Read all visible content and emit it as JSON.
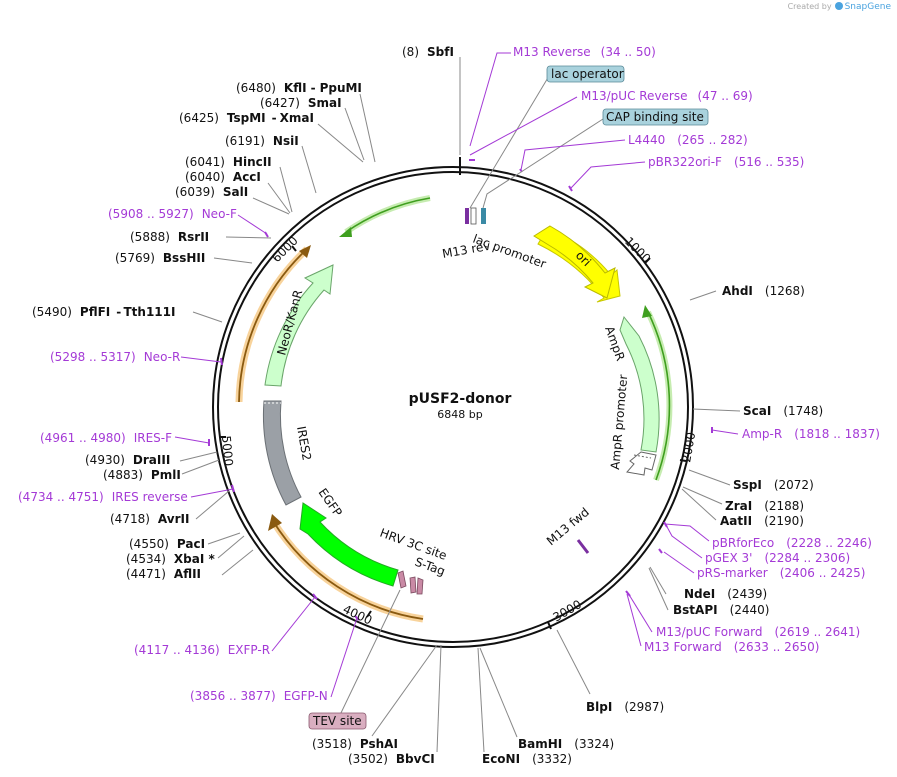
{
  "credit": {
    "prefix": "Created by",
    "brand": "SnapGene"
  },
  "plasmid": {
    "name": "pUSF2-donor",
    "size": "6848 bp",
    "length": 6848
  },
  "ticks": [
    "1000",
    "2000",
    "3000",
    "4000",
    "5000",
    "6000"
  ],
  "sites": [
    {
      "name": "SbfI",
      "pos": "(8)"
    },
    {
      "name": "KflI",
      "name2": "PpuMI",
      "pos": "(6480)"
    },
    {
      "name": "SmaI",
      "pos": "(6427)"
    },
    {
      "name": "TspMI",
      "name2": "XmaI",
      "pos": "(6425)"
    },
    {
      "name": "NsiI",
      "pos": "(6191)"
    },
    {
      "name": "HincII",
      "pos": "(6041)"
    },
    {
      "name": "AccI",
      "pos": "(6040)"
    },
    {
      "name": "SalI",
      "pos": "(6039)"
    },
    {
      "name": "RsrII",
      "pos": "(5888)"
    },
    {
      "name": "BssHII",
      "pos": "(5769)"
    },
    {
      "name": "PflFI",
      "name2": "Tth111I",
      "pos": "(5490)"
    },
    {
      "name": "DraIII",
      "pos": "(4930)"
    },
    {
      "name": "PmlI",
      "pos": "(4883)"
    },
    {
      "name": "AvrII",
      "pos": "(4718)"
    },
    {
      "name": "PacI",
      "pos": "(4550)"
    },
    {
      "name": "XbaI *",
      "pos": "(4534)"
    },
    {
      "name": "AflII",
      "pos": "(4471)"
    },
    {
      "name": "PshAI",
      "pos": "(3518)"
    },
    {
      "name": "BbvCI",
      "pos": "(3502)"
    },
    {
      "name": "BamHI",
      "pos": "(3324)"
    },
    {
      "name": "EcoNI",
      "pos": "(3332)"
    },
    {
      "name": "BlpI",
      "pos": "(2987)"
    },
    {
      "name": "AhdI",
      "pos": "(1268)"
    },
    {
      "name": "ScaI",
      "pos": "(1748)"
    },
    {
      "name": "SspI",
      "pos": "(2072)"
    },
    {
      "name": "ZraI",
      "pos": "(2188)"
    },
    {
      "name": "AatII",
      "pos": "(2190)"
    },
    {
      "name": "NdeI",
      "pos": "(2439)"
    },
    {
      "name": "BstAPI",
      "pos": "(2440)"
    }
  ],
  "primers": [
    {
      "name": "M13 Reverse",
      "range": "(34 .. 50)"
    },
    {
      "name": "M13/pUC Reverse",
      "range": "(47 .. 69)"
    },
    {
      "name": "L4440",
      "range": "(265 .. 282)"
    },
    {
      "name": "pBR322ori-F",
      "range": "(516 .. 535)"
    },
    {
      "name": "Neo-F",
      "range": "(5908 .. 5927)"
    },
    {
      "name": "Neo-R",
      "range": "(5298 .. 5317)"
    },
    {
      "name": "IRES-F",
      "range": "(4961 .. 4980)"
    },
    {
      "name": "IRES reverse",
      "range": "(4734 .. 4751)"
    },
    {
      "name": "EXFP-R",
      "range": "(4117 .. 4136)"
    },
    {
      "name": "EGFP-N",
      "range": "(3856 .. 3877)"
    },
    {
      "name": "Amp-R",
      "range": "(1818 .. 1837)"
    },
    {
      "name": "pBRforEco",
      "range": "(2228 .. 2246)"
    },
    {
      "name": "pGEX 3'",
      "range": "(2284 .. 2306)"
    },
    {
      "name": "pRS-marker",
      "range": "(2406 .. 2425)"
    },
    {
      "name": "M13/pUC Forward",
      "range": "(2619 .. 2641)"
    },
    {
      "name": "M13 Forward",
      "range": "(2633 .. 2650)"
    }
  ],
  "boxed": [
    {
      "name": "lac operator"
    },
    {
      "name": "CAP binding site"
    },
    {
      "name": "TEV site"
    }
  ],
  "features": [
    {
      "name": "ori",
      "color": "#ffff00",
      "stroke": "#c8c800"
    },
    {
      "name": "AmpR",
      "color": "#ccffcc",
      "stroke": "#6aa56a"
    },
    {
      "name": "AmpR promoter",
      "color": "#ffffff",
      "stroke": "#666666"
    },
    {
      "name": "NeoR/KanR",
      "color": "#ccffcc",
      "stroke": "#6aa56a"
    },
    {
      "name": "IRES2",
      "color": "#9ba0a6",
      "stroke": "#6b7075"
    },
    {
      "name": "EGFP",
      "color": "#00ff00",
      "stroke": "#22aa22"
    },
    {
      "name": "lac promoter"
    },
    {
      "name": "M13 rev"
    },
    {
      "name": "M13 fwd"
    },
    {
      "name": "HRV 3C site"
    },
    {
      "name": "S-Tag"
    }
  ],
  "colors": {
    "backbone": "#111111",
    "primer": "#a43ad6",
    "orange_arc": "#f5a623",
    "green_arc": "#3f9f1f",
    "box_blue": "#a9d2dd",
    "box_pink": "#d9aec0",
    "tag_pink": "#c98aa5"
  }
}
